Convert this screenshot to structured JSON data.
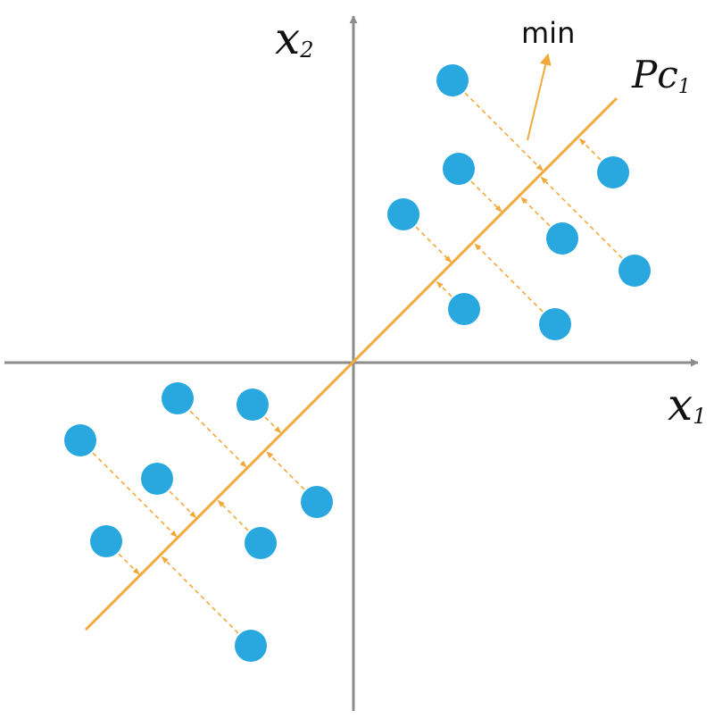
{
  "labels": {
    "x_axis": "x",
    "x_axis_sub": "1",
    "y_axis": "x",
    "y_axis_sub": "2",
    "pc": "Pc",
    "pc_sub": "1",
    "min": "min"
  },
  "colors": {
    "axis": "#8c8c8c",
    "line": "#f2a93b",
    "point": "#29a8e0",
    "projection": "#f2a93b"
  },
  "points": [
    {
      "x": 1.11,
      "y": 3.16
    },
    {
      "x": 1.18,
      "y": 2.17
    },
    {
      "x": 0.56,
      "y": 1.66
    },
    {
      "x": 2.34,
      "y": 1.39
    },
    {
      "x": 2.91,
      "y": 2.13
    },
    {
      "x": 1.24,
      "y": 0.6
    },
    {
      "x": 2.26,
      "y": 0.43
    },
    {
      "x": 3.15,
      "y": 1.03
    },
    {
      "x": -1.97,
      "y": -0.4
    },
    {
      "x": -1.13,
      "y": -0.47
    },
    {
      "x": -3.06,
      "y": -0.87
    },
    {
      "x": -2.2,
      "y": -1.3
    },
    {
      "x": -0.41,
      "y": -1.56
    },
    {
      "x": -2.77,
      "y": -2.0
    },
    {
      "x": -1.04,
      "y": -2.02
    },
    {
      "x": -1.15,
      "y": -3.17
    }
  ]
}
